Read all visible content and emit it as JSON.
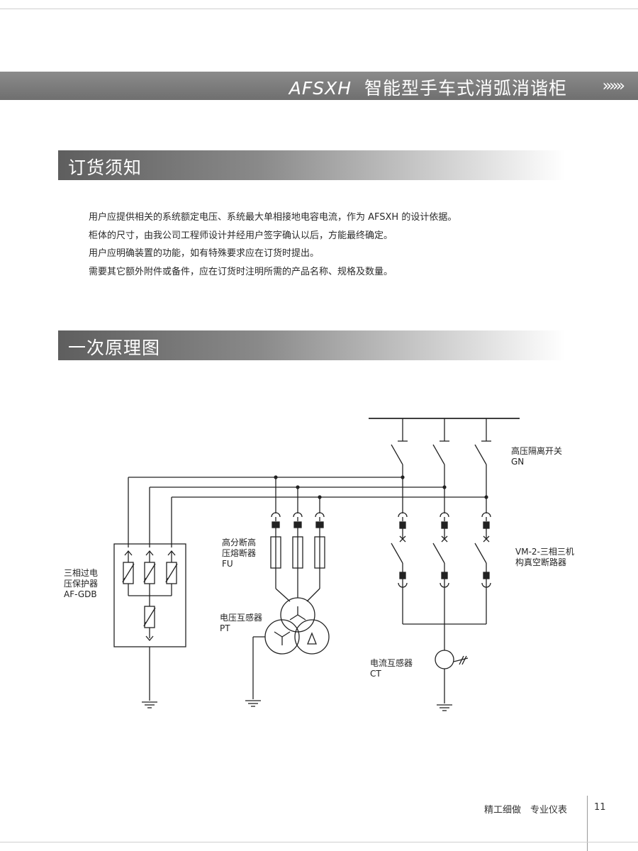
{
  "header": {
    "title_latin": "AFSXH",
    "title_cn": "智能型手车式消弧消谐柜",
    "chevrons": "»»»"
  },
  "sections": {
    "ordering": "订货须知",
    "diagram": "一次原理图"
  },
  "notes": [
    "用户应提供相关的系统额定电压、系统最大单相接地电容电流，作为 AFSXH 的设计依据。",
    "柜体的尺寸，由我公司工程师设计并经用户签字确认以后，方能最终确定。",
    "用户应明确装置的功能，如有特殊要求应在订货时提出。",
    "需要其它额外附件或备件，应在订货时注明所需的产品名称、规格及数量。"
  ],
  "diagram": {
    "labels": {
      "gn": [
        "高压隔离开关",
        "GN"
      ],
      "vm": [
        "VM-2-三相三机",
        "构真空断路器"
      ],
      "fu": [
        "高分断高",
        "压熔断器",
        "FU"
      ],
      "af": [
        "三相过电",
        "压保护器",
        "AF-GDB"
      ],
      "pt": [
        "电压互感器",
        "PT"
      ],
      "ct": [
        "电流互感器",
        "CT"
      ]
    }
  },
  "footer": {
    "slogan": "精工细做　专业仪表",
    "page": "11"
  }
}
